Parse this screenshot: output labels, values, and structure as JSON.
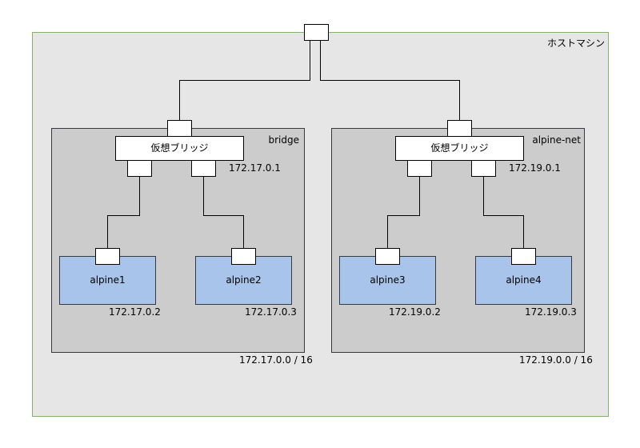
{
  "host": {
    "label": "ホストマシン"
  },
  "networks": [
    {
      "name": "bridge",
      "bridge_label": "仮想ブリッジ",
      "gateway": "172.17.0.1",
      "subnet": "172.17.0.0 / 16",
      "containers": [
        {
          "name": "alpine1",
          "ip": "172.17.0.2"
        },
        {
          "name": "alpine2",
          "ip": "172.17.0.3"
        }
      ]
    },
    {
      "name": "alpine-net",
      "bridge_label": "仮想ブリッジ",
      "gateway": "172.19.0.1",
      "subnet": "172.19.0.0 / 16",
      "containers": [
        {
          "name": "alpine3",
          "ip": "172.19.0.2"
        },
        {
          "name": "alpine4",
          "ip": "172.19.0.3"
        }
      ]
    }
  ],
  "colors": {
    "host_fill": "#e6e6e6",
    "host_stroke": "#82b366",
    "network_fill": "#cccccc",
    "network_stroke": "#36393d",
    "container_fill": "#a9c4eb",
    "container_stroke": "#36393d",
    "port_fill": "#ffffff",
    "line": "#000000"
  }
}
